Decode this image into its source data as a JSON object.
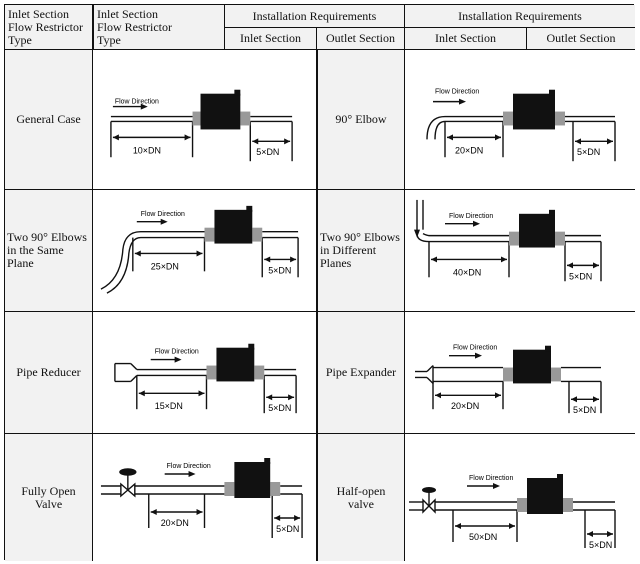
{
  "header": {
    "type_col": "Inlet Section\nFlow Restrictor\nType",
    "installation": "Installation Requirements",
    "inlet": "Inlet Section",
    "outlet": "Outlet Section"
  },
  "rows": [
    {
      "left": {
        "type": "General Case",
        "flow": "Flow Direction",
        "inlet_len": "10×DN",
        "outlet_len": "5×DN"
      },
      "right": {
        "type": "90° Elbow",
        "flow": "Flow Direction",
        "inlet_len": "20×DN",
        "outlet_len": "5×DN"
      }
    },
    {
      "left": {
        "type": "Two 90° Elbows\nin the Same\nPlane",
        "flow": "Flow Direction",
        "inlet_len": "25×DN",
        "outlet_len": "5×DN"
      },
      "right": {
        "type": "Two 90° Elbows\nin Different\nPlanes",
        "flow": "Flow Direction",
        "inlet_len": "40×DN",
        "outlet_len": "5×DN"
      }
    },
    {
      "left": {
        "type": "Pipe Reducer",
        "flow": "Flow Direction",
        "inlet_len": "15×DN",
        "outlet_len": "5×DN"
      },
      "right": {
        "type": "Pipe Expander",
        "flow": "Flow Direction",
        "inlet_len": "20×DN",
        "outlet_len": "5×DN"
      }
    },
    {
      "left": {
        "type": "Fully Open\nValve",
        "flow": "Flow Direction",
        "inlet_len": "20×DN",
        "outlet_len": "5×DN"
      },
      "right": {
        "type": "Half-open\nvalve",
        "flow": "Flow Direction",
        "inlet_len": "50×DN",
        "outlet_len": "5×DN"
      }
    }
  ]
}
